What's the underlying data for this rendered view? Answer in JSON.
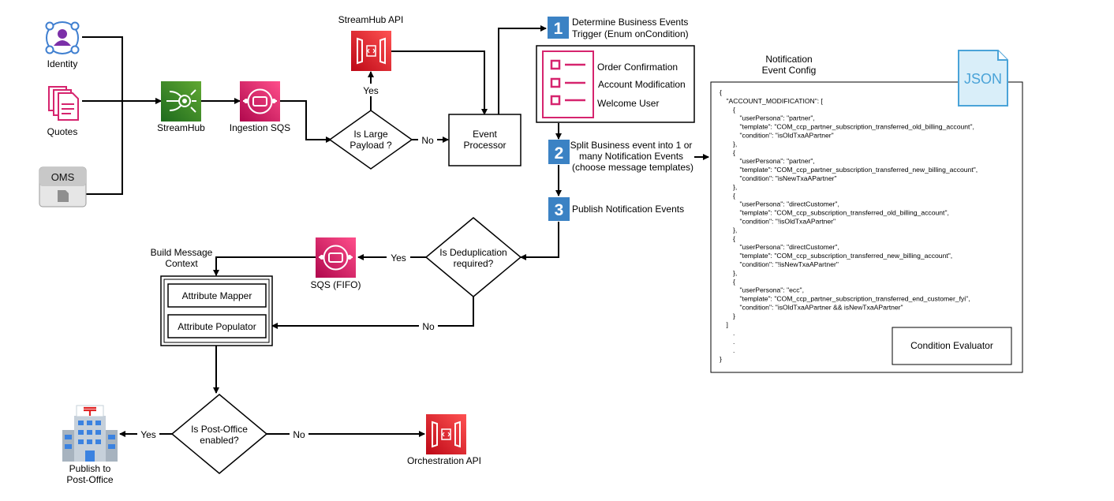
{
  "nodes": {
    "identity": "Identity",
    "quotes": "Quotes",
    "oms": "OMS",
    "streamhub": "StreamHub",
    "ingestion_sqs": "Ingestion SQS",
    "streamhub_api": "StreamHub API",
    "is_large_payload": [
      "Is Large",
      "Payload ?"
    ],
    "event_processor": [
      "Event",
      "Processor"
    ],
    "sqs_fifo": "SQS (FIFO)",
    "is_dedup": [
      "Is Deduplication",
      "required?"
    ],
    "build_message_context": [
      "Build Message",
      "Context"
    ],
    "attribute_mapper": "Attribute Mapper",
    "attribute_populator": "Attribute Populator",
    "is_post_office": [
      "Is Post-Office",
      "enabled?"
    ],
    "publish_post_office": [
      "Publish to",
      "Post-Office"
    ],
    "orchestration_api": "Orchestration API",
    "event_list": [
      "Order Confirmation",
      "Account Modification",
      "Welcome User"
    ],
    "notification_config_title": [
      "Notification",
      "Event Config"
    ],
    "json_badge": "JSON",
    "condition_evaluator": "Condition Evaluator"
  },
  "steps": [
    {
      "number": "1",
      "text": [
        "Determine Business Events",
        "Trigger (Enum onCondition)"
      ]
    },
    {
      "number": "2",
      "text": [
        "Split Business event into 1 or",
        "many Notification Events",
        "(choose message templates)"
      ]
    },
    {
      "number": "3",
      "text": [
        "Publish Notification Events"
      ]
    }
  ],
  "edge_labels": {
    "payload_yes": "Yes",
    "payload_no": "No",
    "dedup_yes": "Yes",
    "dedup_no": "No",
    "post_office_yes": "Yes",
    "post_office_no": "No"
  },
  "json_lines": [
    "{",
    "\"ACCOUNT_MODIFICATION\": [",
    "{",
    "\"userPersona\": \"partner\",",
    "\"template\": \"COM_ccp_partner_subscription_transferred_old_billing_account\",",
    "\"condition\": \"isOldTxaAPartner\"",
    "},",
    "{",
    "\"userPersona\": \"partner\",",
    "\"template\": \"COM_ccp_partner_subscription_transferred_new_billing_account\",",
    "\"condition\": \"isNewTxaAPartner\"",
    "},",
    "{",
    "\"userPersona\": \"directCustomer\",",
    "\"template\": \"COM_ccp_subscription_transferred_old_billing_account\",",
    "\"condition\": \"!isOldTxaAPartner\"",
    "},",
    "{",
    "\"userPersona\": \"directCustomer\",",
    "\"template\": \"COM_ccp_subscription_transferred_new_billing_account\",",
    "\"condition\": \"!isNewTxaAPartner\"",
    "},",
    "{",
    "\"userPersona\": \"ecc\",",
    "\"template\": \"COM_ccp_partner_subscription_transferred_end_customer_fyi\",",
    "\"condition\": \"isOldTxaAPartner && isNewTxaAPartner\"",
    "}",
    "]",
    ".",
    ".",
    ".",
    "}"
  ],
  "colors": {
    "streamhub": "#3f8624",
    "sqs": "#d6246e",
    "api": "#e7312a",
    "step_badge": "#3b82c4",
    "identity": "#3f7fd0",
    "json_badge": "#4aa3d8"
  }
}
